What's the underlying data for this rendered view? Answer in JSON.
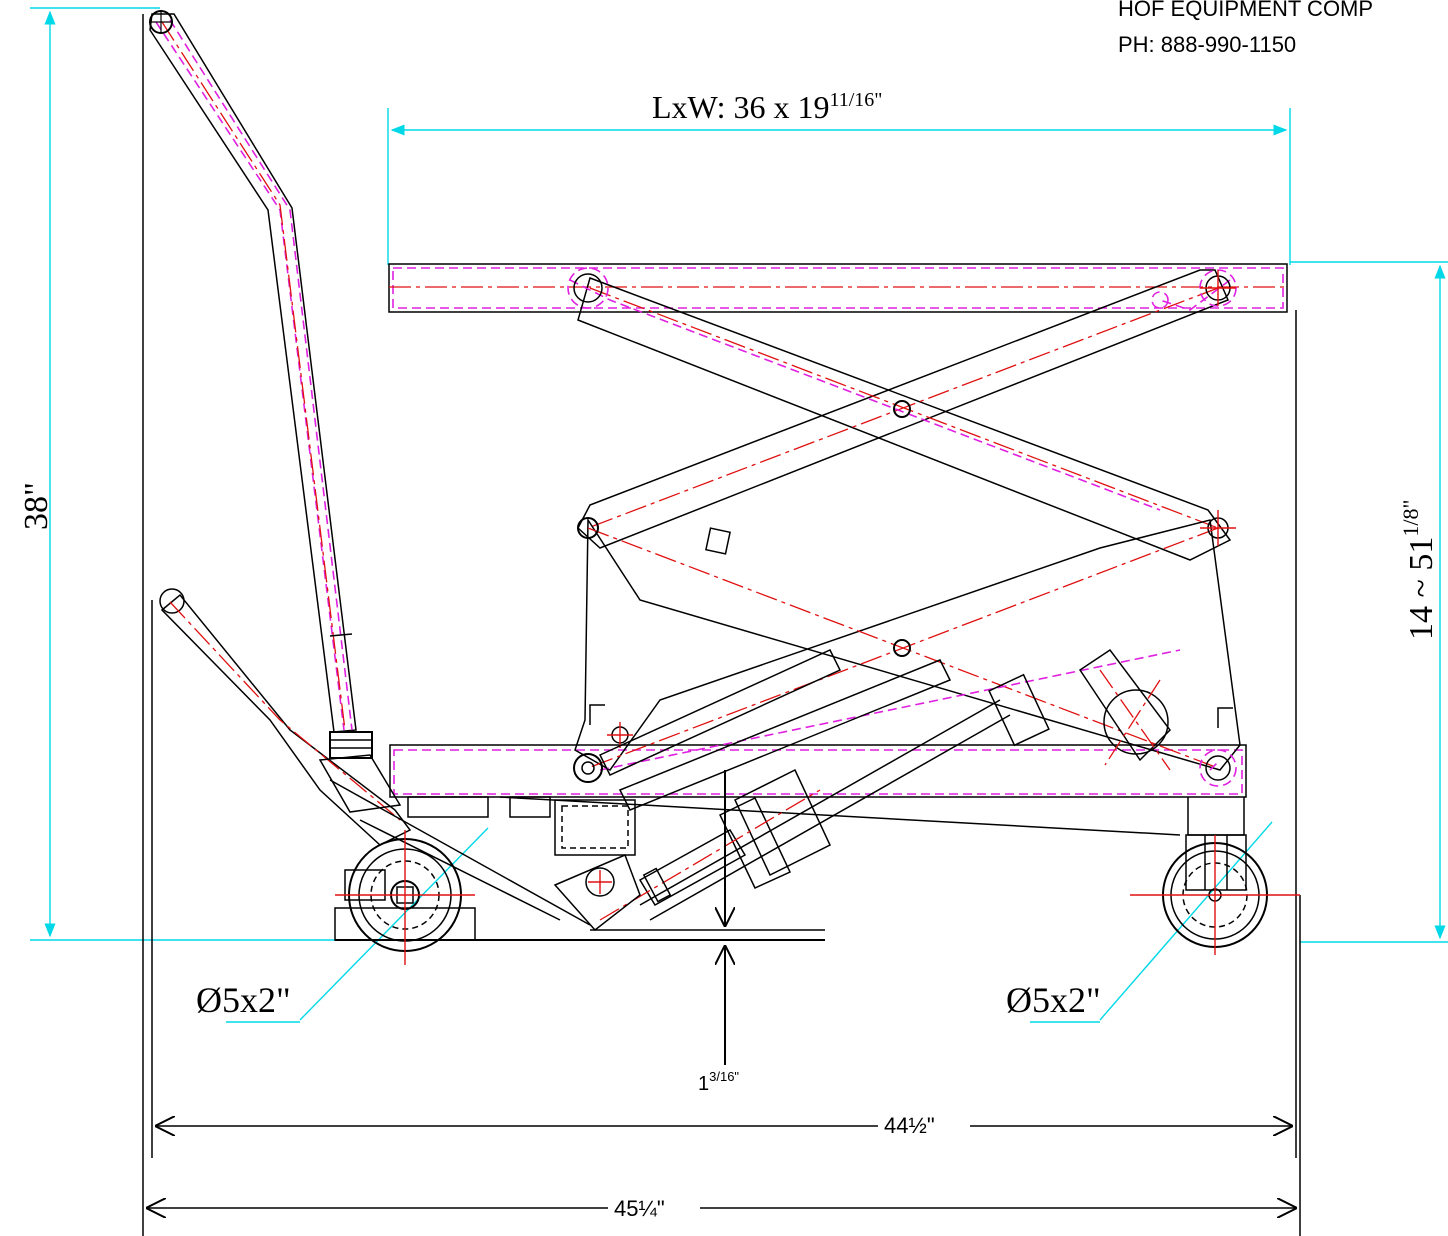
{
  "company": {
    "name": "HOF EQUIPMENT COMP",
    "phone": "PH: 888-990-1150"
  },
  "dimensions": {
    "platform_prefix": "LxW: 36 x 19",
    "platform_sup": "11/16\"",
    "overall_height": "38\"",
    "lift_range_base": "14 ~ 51",
    "lift_range_sup": "1/8\"",
    "wheel_left": "Ø5x2\"",
    "wheel_right": "Ø5x2\"",
    "ground_clearance_base": "1",
    "ground_clearance_sup": "3/16\"",
    "length_inner": "44½\"",
    "length_overall": "45¼\""
  },
  "colors": {
    "dimension": "#00d8e8",
    "hidden": "#e020e0",
    "center": "#e01010",
    "outline": "#000000"
  }
}
